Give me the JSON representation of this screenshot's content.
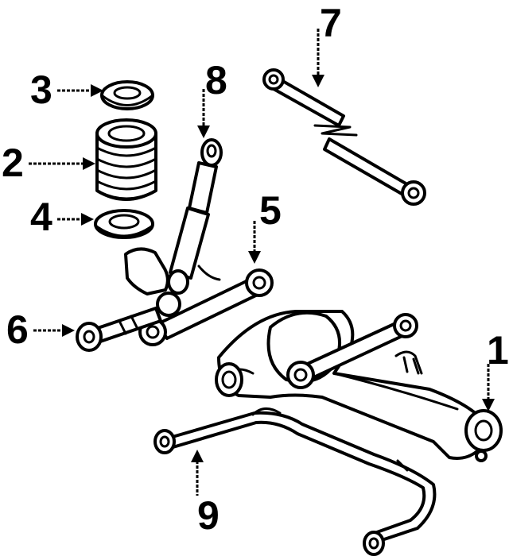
{
  "callouts": [
    {
      "id": "1",
      "text": "1",
      "part": "axle-housing"
    },
    {
      "id": "2",
      "text": "2",
      "part": "coil-spring"
    },
    {
      "id": "3",
      "text": "3",
      "part": "upper-spring-insulator"
    },
    {
      "id": "4",
      "text": "4",
      "part": "lower-spring-insulator"
    },
    {
      "id": "5",
      "text": "5",
      "part": "upper-control-arm"
    },
    {
      "id": "6",
      "text": "6",
      "part": "lower-control-arm"
    },
    {
      "id": "7",
      "text": "7",
      "part": "lateral-rod"
    },
    {
      "id": "8",
      "text": "8",
      "part": "shock-absorber"
    },
    {
      "id": "9",
      "text": "9",
      "part": "stabilizer-bar"
    }
  ]
}
